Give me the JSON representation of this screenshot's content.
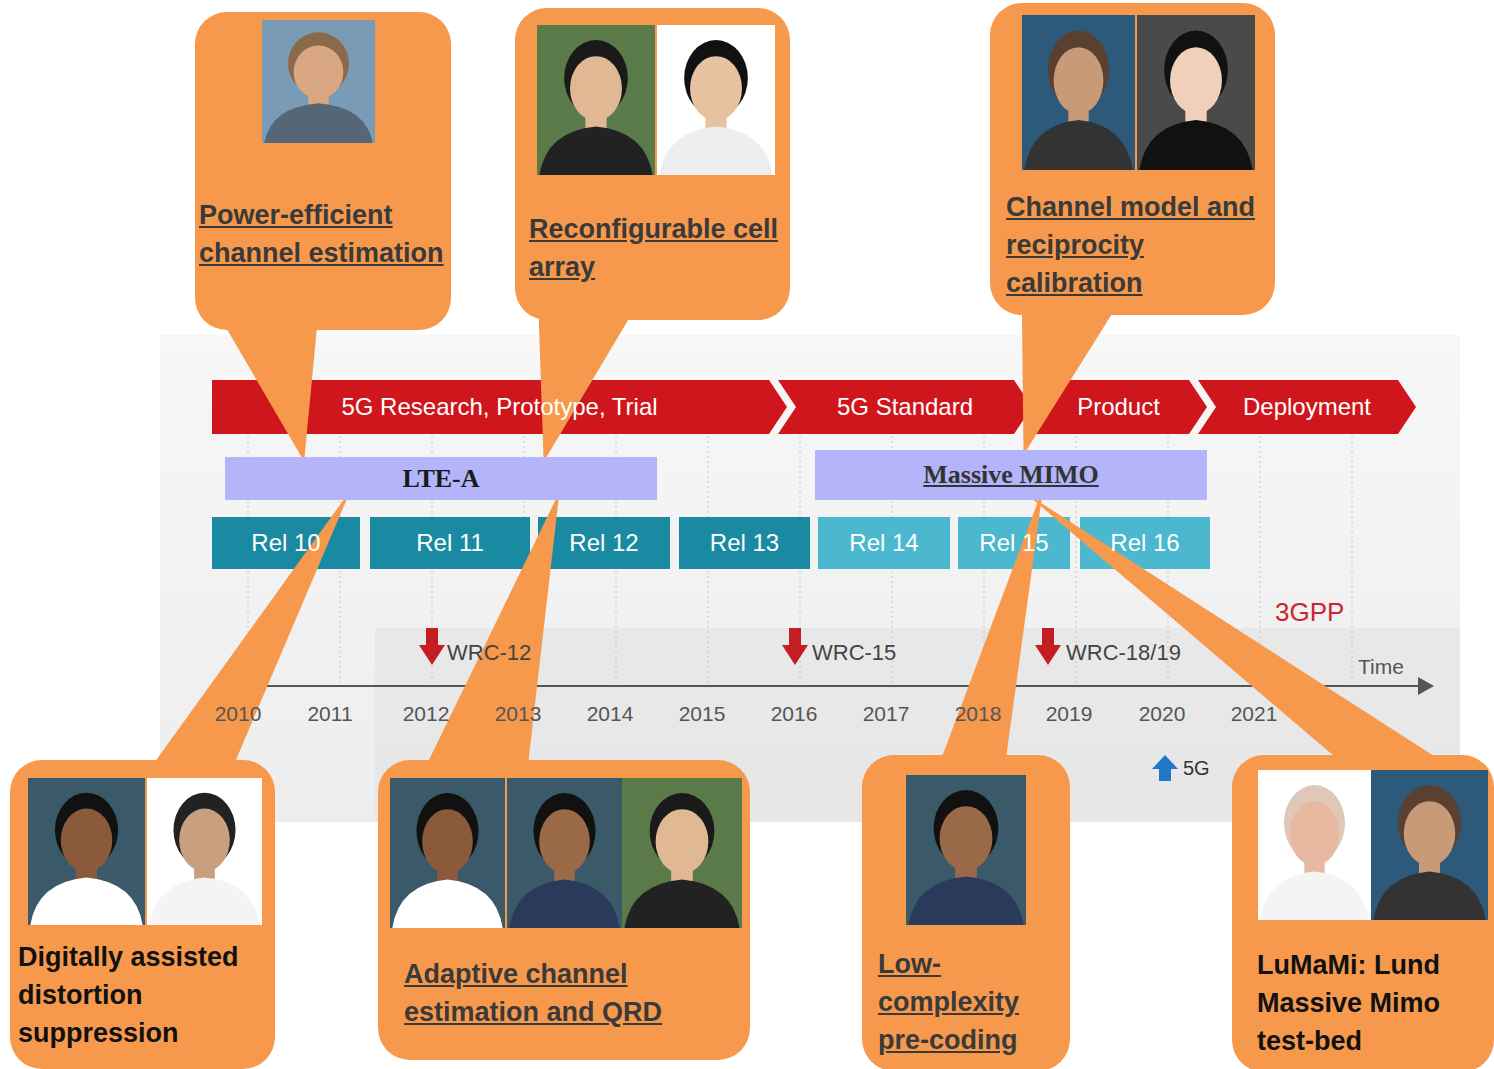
{
  "diagram": {
    "nodes": [
      {
        "text": [
          "Power-efficient channel estimation"
        ]
      },
      {
        "text": [
          "Reconfigurable cell array"
        ]
      },
      {
        "text": [
          "Channel model and reciprocity calibration"
        ]
      },
      {
        "text": [
          "5G Research, Prototype, Trial"
        ]
      },
      {
        "text": [
          "5G Standard"
        ]
      },
      {
        "text": [
          "Product"
        ]
      },
      {
        "text": [
          "Deployment"
        ]
      },
      {
        "text": [
          "LTE-A"
        ]
      },
      {
        "text": [
          "Massive MIMO"
        ]
      },
      {
        "text": [
          "Rel 10"
        ]
      },
      {
        "text": [
          "Rel 11"
        ]
      },
      {
        "text": [
          "Rel 12"
        ]
      },
      {
        "text": [
          "Rel 13"
        ]
      },
      {
        "text": [
          "Rel 14"
        ]
      },
      {
        "text": [
          "Rel 15"
        ]
      },
      {
        "text": [
          "Rel 16"
        ]
      },
      {
        "text": [
          "Digitally assisted distortion suppression"
        ]
      },
      {
        "text": [
          "Adaptive channel estimation and QRD"
        ]
      },
      {
        "text": [
          "Low-complexity pre-coding"
        ]
      },
      {
        "text": [
          "LuMaMi: Lund Massive Mimo test-bed"
        ]
      }
    ],
    "edges": [
      {
        "from": 0,
        "to": 7,
        "arrow": "none"
      },
      {
        "from": 1,
        "to": 7,
        "arrow": "none"
      },
      {
        "from": 2,
        "to": 8,
        "arrow": "none"
      },
      {
        "from": 16,
        "to": 7,
        "arrow": "none"
      },
      {
        "from": 17,
        "to": 7,
        "arrow": "none"
      },
      {
        "from": 18,
        "to": 8,
        "arrow": "none"
      },
      {
        "from": 19,
        "to": 8,
        "arrow": "none"
      }
    ],
    "labels": [
      "3GPP",
      "WRC-12",
      "WRC-15",
      "WRC-18/19",
      "Time",
      "2010",
      "2011",
      "2012",
      "2013",
      "2014",
      "2015",
      "2016",
      "2017",
      "2018",
      "2019",
      "2020",
      "2021",
      "5G"
    ]
  }
}
